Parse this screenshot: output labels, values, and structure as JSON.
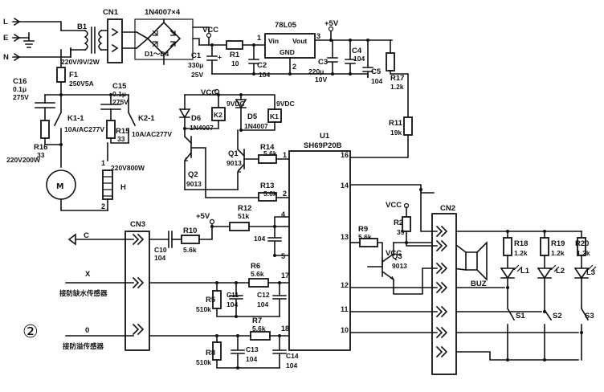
{
  "figure_number": "②",
  "inputs": {
    "line": "L",
    "earth": "E",
    "neutral": "N"
  },
  "transformer": {
    "ref": "B1",
    "rating": "220V/9V/2W"
  },
  "fuse": {
    "ref": "F1",
    "rating": "250V5A"
  },
  "connectors": {
    "cn1": "CN1",
    "cn2": "CN2",
    "cn3": "CN3"
  },
  "bridge": {
    "part": "1N4007×4",
    "range": "D1～D4"
  },
  "regulator": {
    "part": "78L05",
    "vin": "Vin",
    "vout": "Vout",
    "gnd": "GND",
    "pin1": "1",
    "pin2": "2",
    "pin3": "3"
  },
  "rails": {
    "vcc": "VCC",
    "plus5v": "+5V"
  },
  "chip": {
    "ref": "U1",
    "part": "SH69P20B"
  },
  "chip_pins": [
    "16",
    "14",
    "1",
    "2",
    "4",
    "5",
    "13",
    "17",
    "12",
    "11",
    "18",
    "10"
  ],
  "relays": {
    "k1": "K1",
    "k2": "K2",
    "k1_coil": "9VDC",
    "k2_coil": "9VDC",
    "k1_contact": "K1-1",
    "k2_contact": "K2-1",
    "k1_rating": "10A/AC277V",
    "k2_rating": "10A/AC277V"
  },
  "diodes": {
    "d5": "D5",
    "d5_part": "1N4007",
    "d6": "D6",
    "d6_part": "1N4007"
  },
  "transistors": {
    "q1": "Q1",
    "q1_part": "9013",
    "q2": "Q2",
    "q2_part": "9013",
    "q3": "Q3",
    "q3_part": "9013"
  },
  "resistors": {
    "r1": "R1",
    "r1_val": "10",
    "r2": "R2",
    "r2_val": "39",
    "r6": "R6",
    "r6_val": "5.6k",
    "r7": "R7",
    "r7_val": "5.6k",
    "r5": "R5",
    "r5_val": "510k",
    "r8": "R8",
    "r8_val": "510k",
    "r9": "R9",
    "r9_val": "5.6k",
    "r10": "R10",
    "r10_val": "5.6k",
    "r11": "R11",
    "r11_val": "19k",
    "r12": "R12",
    "r12_val": "51k",
    "r13": "R13",
    "r13_val": "5.6k",
    "r14": "R14",
    "r14_val": "5.6k",
    "r15": "R15",
    "r15_val": "33",
    "r16": "R16",
    "r16_val": "33",
    "r17": "R17",
    "r17_val": "1.2k",
    "r18": "R18",
    "r18_val": "1.2k",
    "r19": "R19",
    "r19_val": "1.2k",
    "r20": "R20",
    "r20_val": "1.2k"
  },
  "capacitors": {
    "c1": "C1",
    "c1_val": "330μ",
    "c1_volt": "25V",
    "c2": "C2",
    "c2_val": "104",
    "c3": "C3",
    "c3_val": "220μ",
    "c3_volt": "10V",
    "c4": "C4",
    "c4_val": "104",
    "c5": "C5",
    "c5_val": "104",
    "c10": "C10",
    "c10_val": "104",
    "c11": "C11",
    "c11_val": "104",
    "c12": "C12",
    "c12_val": "104",
    "c13": "C13",
    "c13_val": "104",
    "c14": "C14",
    "c14_val": "104",
    "c15": "C15",
    "c15_val": "0.1μ",
    "c15_volt": "275V",
    "c16": "C16",
    "c16_val": "0.1μ",
    "c16_volt": "275V",
    "c_mid_val": "104"
  },
  "loads": {
    "motor": "220V200W",
    "heater": "220V800W",
    "heater_ref": "H",
    "heater_pin1": "1",
    "heater_pin2": "2"
  },
  "buzzer": "BUZ",
  "leds": [
    "L1",
    "L2",
    "L3"
  ],
  "switches": [
    "S1",
    "S2",
    "S3"
  ],
  "sensor_lines": {
    "c": "C",
    "x": "X",
    "zero": "0",
    "dry_sensor": "接防缺水传感器",
    "overflow_sensor": "接防溢传感器"
  }
}
